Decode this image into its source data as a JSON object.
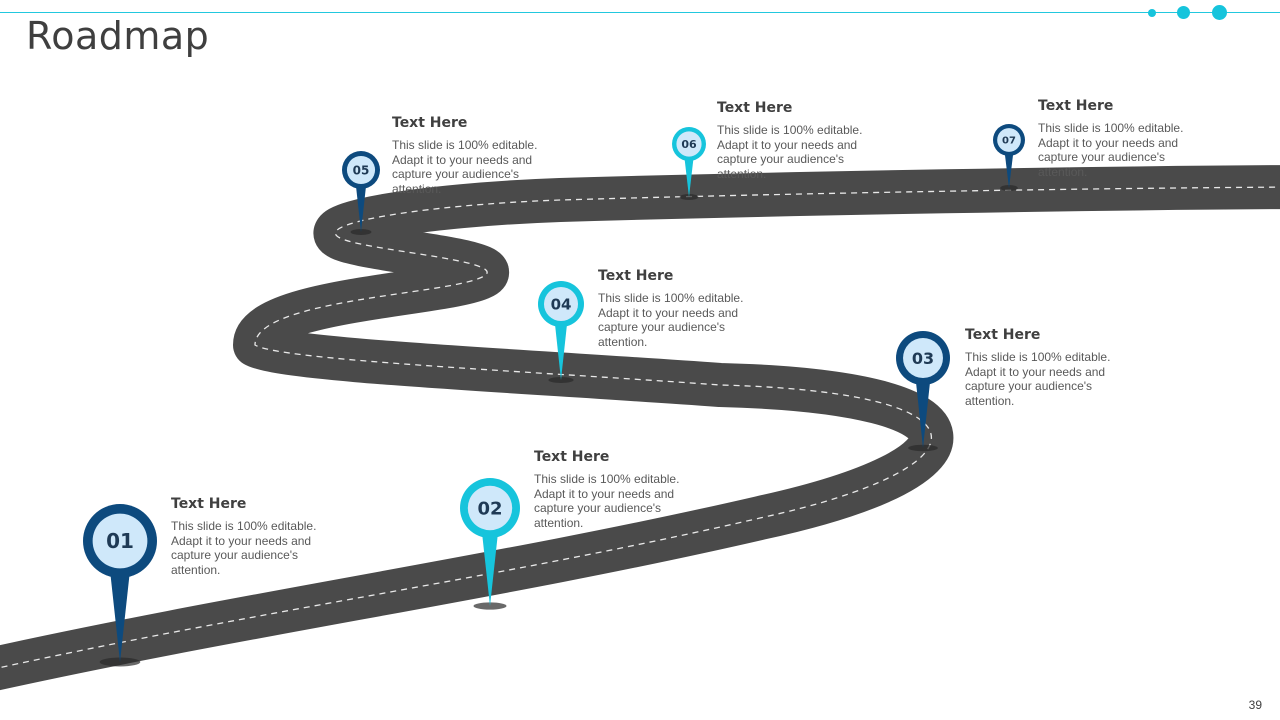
{
  "title": "Roadmap",
  "page_number": "39",
  "colors": {
    "accent": "#16c4dc",
    "dark_blue": "#0d4a7e",
    "road": "#4a4a4a",
    "pin_fill": "#cfe8fa"
  },
  "milestones": [
    {
      "number": "01",
      "title": "Text Here",
      "description": "This slide is 100% editable. Adapt it to your needs and capture your audience's attention."
    },
    {
      "number": "02",
      "title": "Text Here",
      "description": "This slide is 100% editable. Adapt it to your needs and capture your audience's attention."
    },
    {
      "number": "03",
      "title": "Text Here",
      "description": "This slide is 100% editable. Adapt it to your needs and capture your audience's attention."
    },
    {
      "number": "04",
      "title": "Text Here",
      "description": "This slide is 100% editable. Adapt it to your needs and capture your audience's attention."
    },
    {
      "number": "05",
      "title": "Text Here",
      "description": "This slide is 100% editable. Adapt it to your needs and capture your audience's attention."
    },
    {
      "number": "06",
      "title": "Text Here",
      "description": "This slide is 100% editable. Adapt it to your needs and capture your audience's attention."
    },
    {
      "number": "07",
      "title": "Text Here",
      "description": "This slide is 100% editable. Adapt it to your needs and capture your audience's attention."
    }
  ]
}
